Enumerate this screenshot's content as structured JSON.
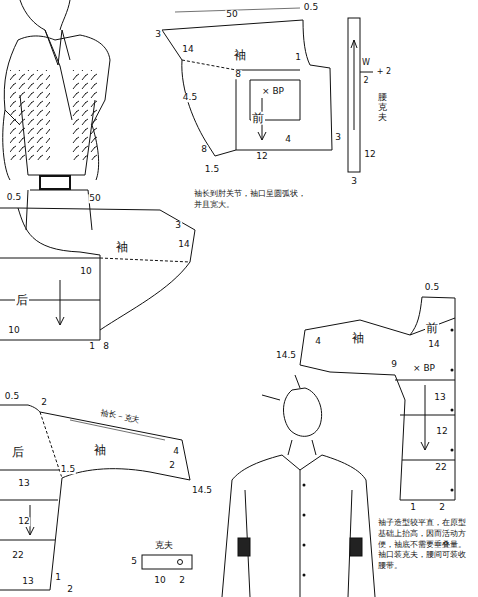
{
  "diagram": {
    "labels": [
      "50",
      "0.5",
      "3",
      "14",
      "袖",
      "1",
      "W",
      "2",
      "+ 2",
      "腰克夫",
      "4.5",
      "8",
      "× BP",
      "前",
      "4",
      "3",
      "8",
      "12",
      "1.5",
      "12",
      "3",
      "袖长到肘关节，袖口呈圆弧状，并且宽大。",
      "0.5",
      "50",
      "袖",
      "3",
      "14",
      "10",
      "后",
      "10",
      "1",
      "8",
      "0.5",
      "前",
      "4",
      "14.5",
      "袖",
      "9",
      "14",
      "× BP",
      "13",
      "12",
      "22",
      "1",
      "2",
      "袖子造型较平直，在原型基础上抬高，因而活动方便，袖底不需要垂叠量。袖口装克夫，腰间可装收腰带。",
      "0.5",
      "2",
      "后",
      "袖长－克夫",
      "袖",
      "1.5",
      "4",
      "2",
      "14.5",
      "13",
      "12",
      "22",
      "13",
      "1",
      "2",
      "克夫",
      "5",
      "10",
      "2"
    ]
  }
}
